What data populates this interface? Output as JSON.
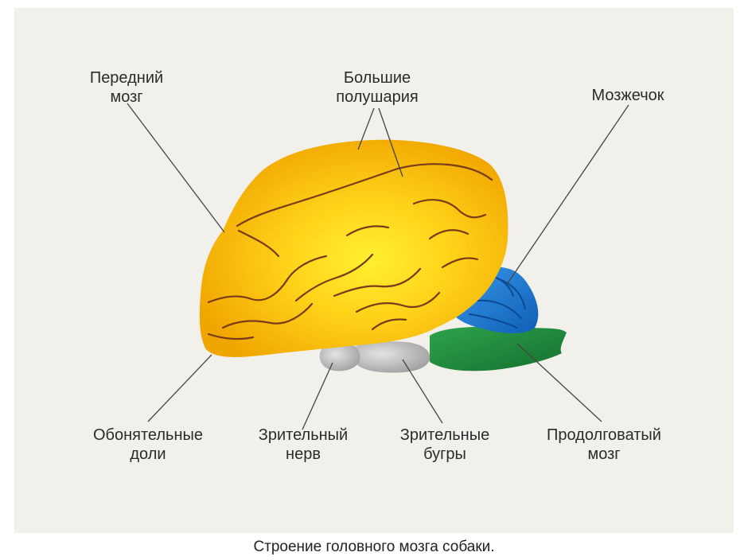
{
  "labels": {
    "forebrain": [
      "Передний",
      "мозг"
    ],
    "hemispheres": [
      "Большие",
      "полушария"
    ],
    "cerebellum": [
      "Мозжечок"
    ],
    "olfactory": [
      "Обонятельные",
      "доли"
    ],
    "optic_nerve": [
      "Зрительный",
      "нерв"
    ],
    "thalamus": [
      "Зрительные",
      "бугры"
    ],
    "medulla": [
      "Продолговатый",
      "мозг"
    ]
  },
  "caption": "Строение головного мозга собаки.",
  "colors": {
    "hemispheres": "#f5b400",
    "hemispheres_highlight": "#ffe23a",
    "cerebellum": "#1a73d0",
    "medulla": "#1f8a3a",
    "optic": "#b9b9b9",
    "sulci": "#7a3b1a",
    "panel": "#f1f0ea"
  }
}
